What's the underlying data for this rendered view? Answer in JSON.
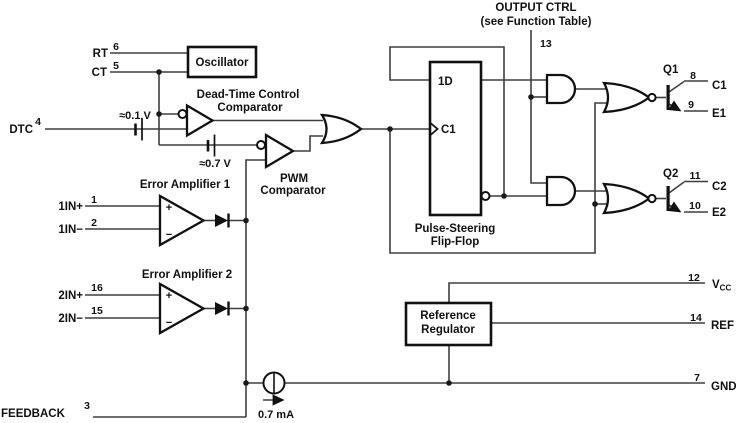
{
  "meta": {
    "description": "TL494-style PWM controller functional block diagram",
    "background_color": "#ffffff",
    "ink_color": "#111111",
    "wire_color": "#3f3f3f"
  },
  "labels": {
    "output_ctrl_1": "OUTPUT CTRL",
    "output_ctrl_2": "(see Function Table)",
    "oscillator": "Oscillator",
    "dtc_comp_1": "Dead-Time Control",
    "dtc_comp_2": "Comparator",
    "pwm_comp_1": "PWM",
    "pwm_comp_2": "Comparator",
    "ea1": "Error Amplifier 1",
    "ea2": "Error Amplifier 2",
    "psff_1": "Pulse-Steering",
    "psff_2": "Flip-Flop",
    "refreg_1": "Reference",
    "refreg_2": "Regulator",
    "offset_01": "≈0.1 V",
    "offset_07": "≈0.7 V",
    "current": "0.7 mA",
    "ff_d": "1D",
    "ff_clk": "C1",
    "q1": "Q1",
    "q2": "Q2",
    "plus": "+",
    "minus": "−"
  },
  "pins": {
    "rt": {
      "name": "RT",
      "num": "6"
    },
    "ct": {
      "name": "CT",
      "num": "5"
    },
    "dtc": {
      "name": "DTC",
      "num": "4"
    },
    "in1p": {
      "name": "1IN+",
      "num": "1"
    },
    "in1n": {
      "name": "1IN−",
      "num": "2"
    },
    "in2p": {
      "name": "2IN+",
      "num": "16"
    },
    "in2n": {
      "name": "2IN−",
      "num": "15"
    },
    "fb": {
      "name": "FEEDBACK",
      "num": "3"
    },
    "octrl": {
      "num": "13"
    },
    "c1": {
      "name": "C1",
      "num": "8"
    },
    "e1": {
      "name": "E1",
      "num": "9"
    },
    "c2": {
      "name": "C2",
      "num": "11"
    },
    "e2": {
      "name": "E2",
      "num": "10"
    },
    "vcc": {
      "name_main": "V",
      "name_sub": "CC",
      "num": "12"
    },
    "ref": {
      "name": "REF",
      "num": "14"
    },
    "gnd": {
      "name": "GND",
      "num": "7"
    }
  }
}
